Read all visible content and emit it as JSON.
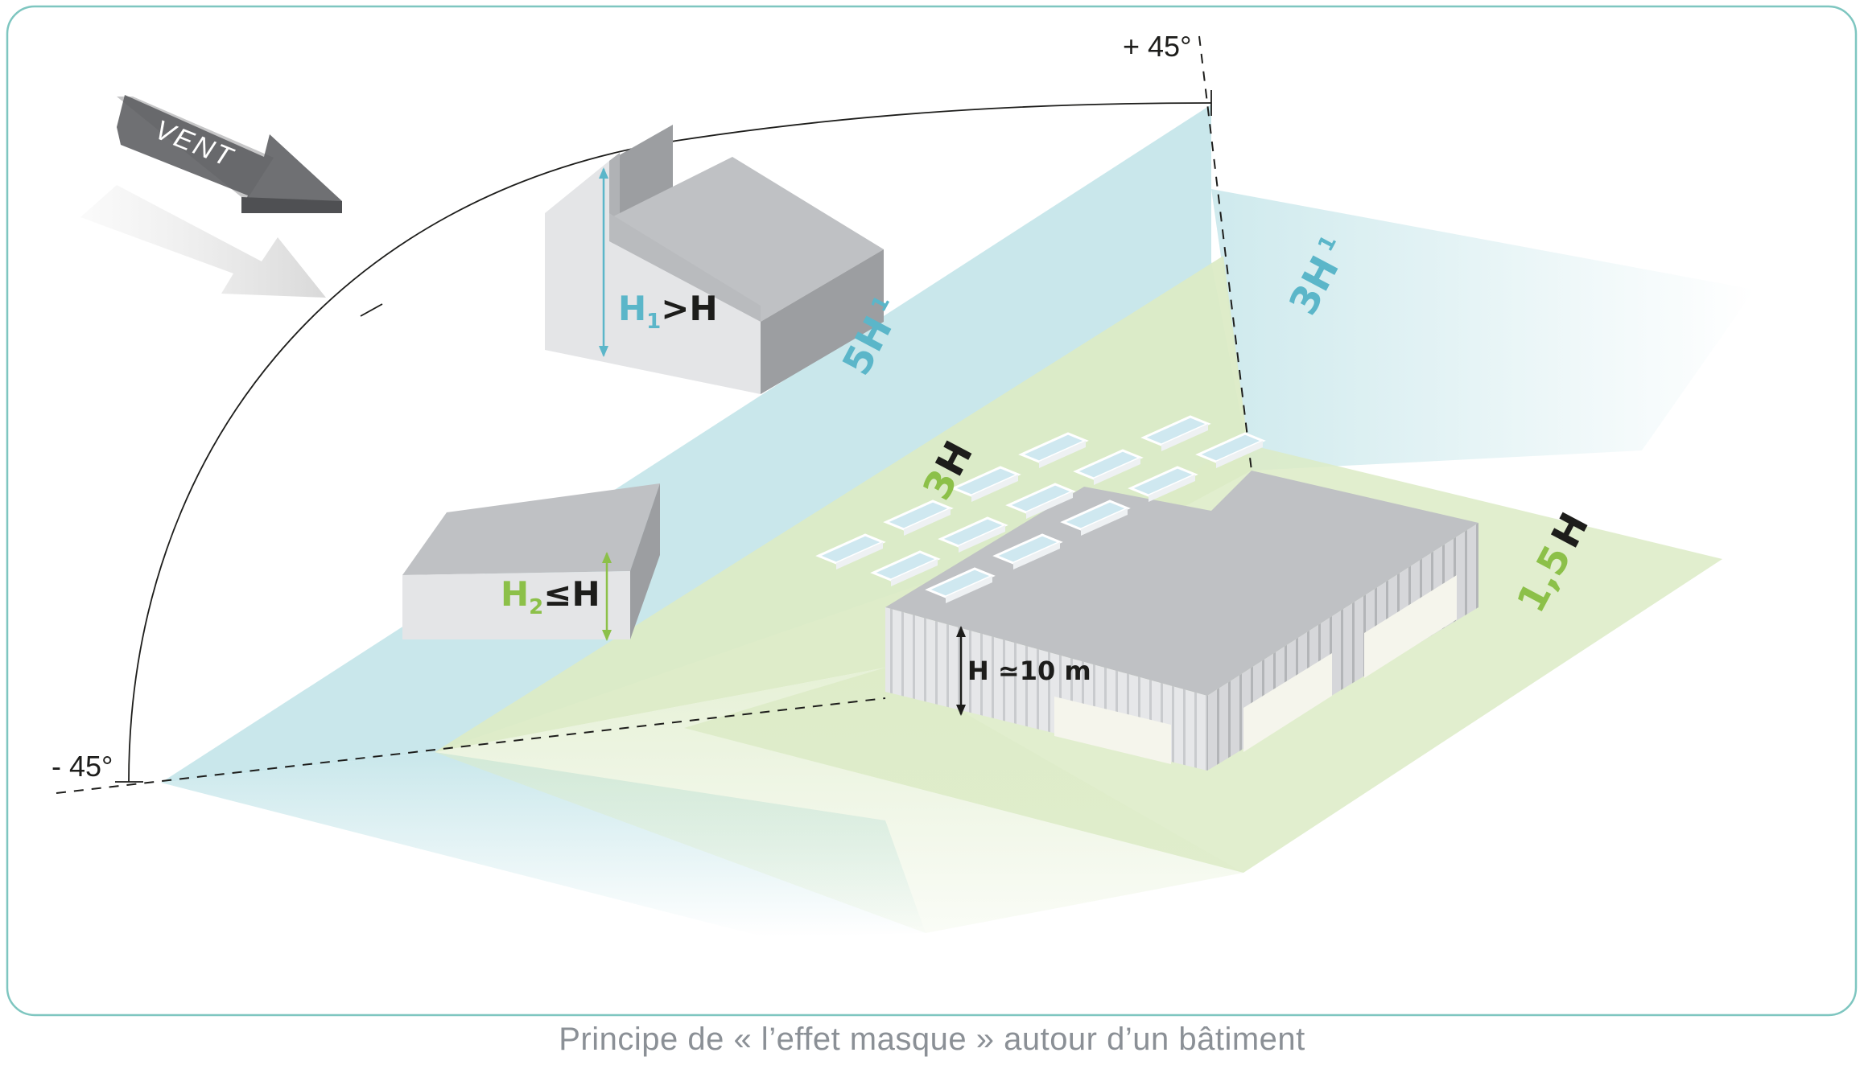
{
  "colors": {
    "frame": "#7ec6c0",
    "zone_blue": "#c6e6ea",
    "zone_green": "#dcebc6",
    "accent_blue": "#5bb6c9",
    "accent_green": "#8cc049",
    "dark": "#1d1d1b",
    "building_light": "#e4e5e7",
    "building_mid": "#bfc1c4",
    "building_dark": "#9c9ea1",
    "arrow_dark": "#6f7073",
    "skylight": "#cfe8f0"
  },
  "angles": {
    "plus": "+ 45°",
    "minus": "- 45°"
  },
  "wind": {
    "label": "VENT"
  },
  "zones": {
    "z5h": {
      "num": "5H",
      "sub": "1"
    },
    "z3h1": {
      "num": "3H",
      "sub": "1"
    },
    "z3h": {
      "num": "3",
      "unit": "H"
    },
    "z15h": {
      "num": "1,5",
      "unit": "H"
    }
  },
  "buildings": {
    "b1": {
      "h": "H",
      "sub": "1",
      "rel": ">H"
    },
    "b2": {
      "h": "H",
      "sub": "2",
      "rel": "≤H"
    },
    "main": {
      "label": "H ≃10 m"
    }
  },
  "caption": "Principe de « l’effet masque » autour d’un bâtiment"
}
